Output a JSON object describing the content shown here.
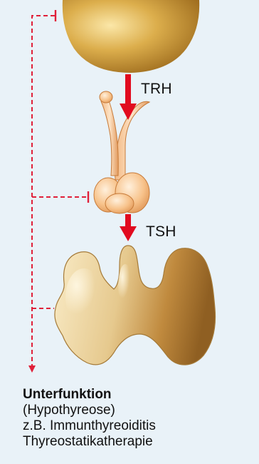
{
  "labels": {
    "hormone_1": "TRH",
    "hormone_2": "TSH"
  },
  "caption": {
    "title": "Unterfunktion",
    "line_1": "(Hypothyreose)",
    "line_2": "z.B. Immunthyreoiditis",
    "line_3": "Thyreostatikatherapie"
  },
  "colors": {
    "background": "#e9f2f8",
    "arrow_red": "#e10b1f",
    "feedback_red": "#e0203a",
    "hypothalamus": "#d9a845",
    "pituitary": "#f7c590",
    "thyroid": "#d6b06f"
  },
  "icons": {
    "hypothalamus": "hypothalamus-sphere",
    "pituitary": "pituitary-gland",
    "thyroid": "thyroid-gland"
  }
}
